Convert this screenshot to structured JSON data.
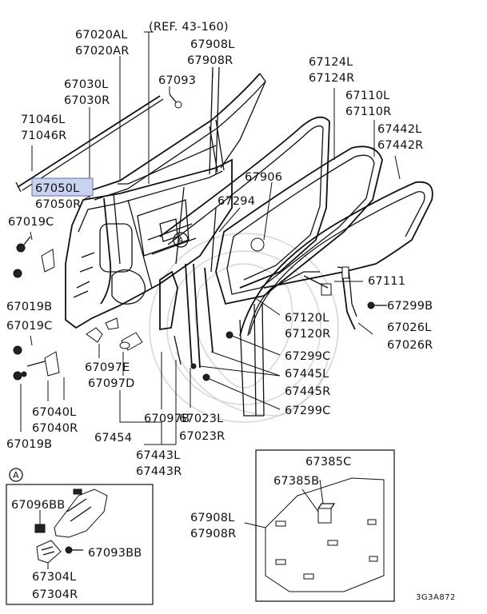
{
  "diagram": {
    "reference": "(REF. 43-160)",
    "footer_code": "3G3A872",
    "highlighted_part": "67050L",
    "inset_marker": "A",
    "callouts": [
      {
        "id": "c1",
        "text": "67020AL"
      },
      {
        "id": "c2",
        "text": "67020AR"
      },
      {
        "id": "c3",
        "text": "67908L"
      },
      {
        "id": "c4",
        "text": "67908R"
      },
      {
        "id": "c5",
        "text": "67093"
      },
      {
        "id": "c6",
        "text": "67030L"
      },
      {
        "id": "c7",
        "text": "67030R"
      },
      {
        "id": "c8",
        "text": "71046L"
      },
      {
        "id": "c9",
        "text": "71046R"
      },
      {
        "id": "c10",
        "text": "67050L"
      },
      {
        "id": "c11",
        "text": "67050R"
      },
      {
        "id": "c12",
        "text": "67019C"
      },
      {
        "id": "c13",
        "text": "67019B"
      },
      {
        "id": "c14",
        "text": "67019C"
      },
      {
        "id": "c15",
        "text": "67097E"
      },
      {
        "id": "c16",
        "text": "67097D"
      },
      {
        "id": "c17",
        "text": "67040L"
      },
      {
        "id": "c18",
        "text": "67040R"
      },
      {
        "id": "c19",
        "text": "67454"
      },
      {
        "id": "c20",
        "text": "67019B"
      },
      {
        "id": "c21",
        "text": "67097B"
      },
      {
        "id": "c22",
        "text": "67023L"
      },
      {
        "id": "c23",
        "text": "67023R"
      },
      {
        "id": "c24",
        "text": "67443L"
      },
      {
        "id": "c25",
        "text": "67443R"
      },
      {
        "id": "c26",
        "text": "67124L"
      },
      {
        "id": "c27",
        "text": "67124R"
      },
      {
        "id": "c28",
        "text": "67110L"
      },
      {
        "id": "c29",
        "text": "67110R"
      },
      {
        "id": "c30",
        "text": "67442L"
      },
      {
        "id": "c31",
        "text": "67442R"
      },
      {
        "id": "c32",
        "text": "67906"
      },
      {
        "id": "c33",
        "text": "67294"
      },
      {
        "id": "c34",
        "text": "67111"
      },
      {
        "id": "c35",
        "text": "67299B"
      },
      {
        "id": "c36",
        "text": "67120L"
      },
      {
        "id": "c37",
        "text": "67120R"
      },
      {
        "id": "c38",
        "text": "67026L"
      },
      {
        "id": "c39",
        "text": "67026R"
      },
      {
        "id": "c40",
        "text": "67299C"
      },
      {
        "id": "c41",
        "text": "67445L"
      },
      {
        "id": "c42",
        "text": "67445R"
      },
      {
        "id": "c43",
        "text": "67299C"
      },
      {
        "id": "c44",
        "text": "67096BB"
      },
      {
        "id": "c45",
        "text": "67093BB"
      },
      {
        "id": "c46",
        "text": "67304L"
      },
      {
        "id": "c47",
        "text": "67304R"
      },
      {
        "id": "c48",
        "text": "67385C"
      },
      {
        "id": "c49",
        "text": "67385B"
      },
      {
        "id": "c50",
        "text": "67908L"
      },
      {
        "id": "c51",
        "text": "67908R"
      }
    ]
  }
}
